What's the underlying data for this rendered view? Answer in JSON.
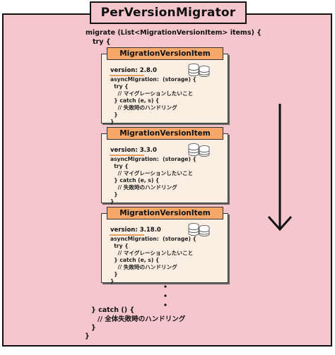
{
  "title": "PerVersionMigrator",
  "code_top": {
    "line1": "migrate (List<MigrationVersionItem> items) {",
    "line2": "try {"
  },
  "items": [
    {
      "header": "MigrationVersionItem",
      "version": "version: 2.8.0",
      "code": "asyncMigration:  (storage) {\n  try {\n    // マイグレーションしたいこと\n  } catch (e, s) {\n    // 失敗時のハンドリング\n  }\n}"
    },
    {
      "header": "MigrationVersionItem",
      "version": "version: 3.3.0",
      "code": "asyncMigration:  (storage) {\n  try {\n    // マイグレーションしたいこと\n  } catch (e, s) {\n    // 失敗時のハンドリング\n  }\n}"
    },
    {
      "header": "MigrationVersionItem",
      "version": "version: 3.18.0",
      "code": "asyncMigration:  (storage) {\n  try {\n    // マイグレーションしたいこと\n  } catch (e, s) {\n    // 失敗時のハンドリング\n  }\n}"
    }
  ],
  "code_bottom": {
    "line1": "} catch () {",
    "line2": "// 全体失敗時のハンドリング",
    "line3": "}",
    "line4": "}"
  },
  "icons": {
    "database": "database-icon",
    "arrow": "arrow-down-icon",
    "ellipsis": "vertical-ellipsis-icon"
  },
  "colors": {
    "outer_bg": "#f5c6cc",
    "item_bg": "#fbeee3",
    "item_header": "#f6a86b"
  }
}
